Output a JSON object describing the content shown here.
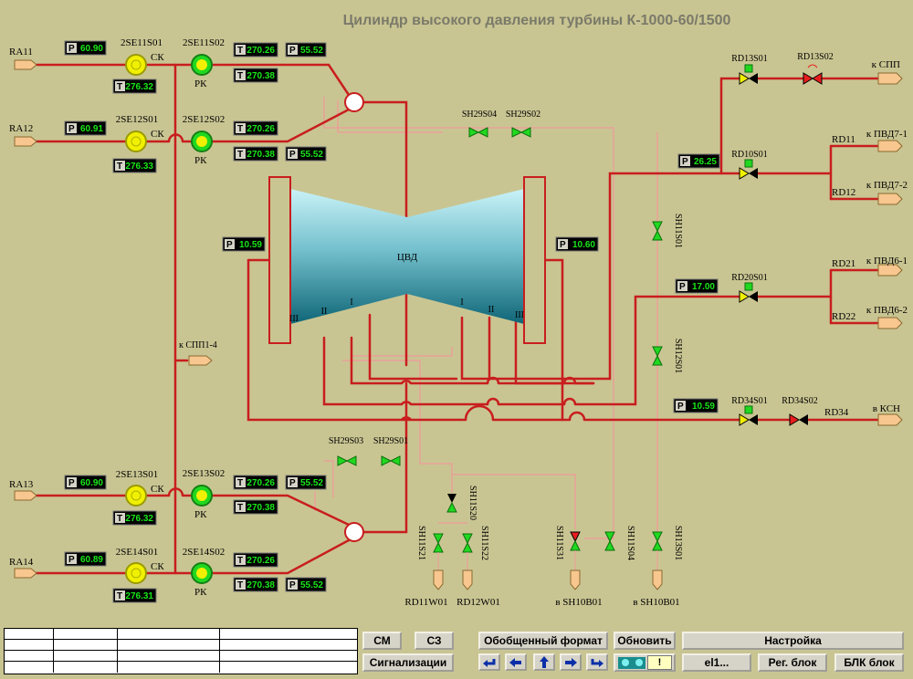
{
  "title": "Цилиндр высокого давления турбины К-1000-60/1500",
  "cylinder_label": "ЦВД",
  "stage_labels": {
    "i": "I",
    "ii": "II",
    "iii": "III"
  },
  "inputs": {
    "ra11": "RA11",
    "ra12": "RA12",
    "ra13": "RA13",
    "ra14": "RA14"
  },
  "valves": {
    "se11s01": "2SE11S01",
    "se11s02": "2SE11S02",
    "se12s01": "2SE12S01",
    "se12s02": "2SE12S02",
    "se13s01": "2SE13S01",
    "se13s02": "2SE13S02",
    "se14s01": "2SE14S01",
    "se14s02": "2SE14S02",
    "ck": "СК",
    "pk": "РК",
    "rd13s01": "RD13S01",
    "rd13s02": "RD13S02",
    "rd10s01": "RD10S01",
    "rd20s01": "RD20S01",
    "rd34s01": "RD34S01",
    "rd34s02": "RD34S02",
    "sh29s04": "SH29S04",
    "sh29s02": "SH29S02",
    "sh29s03": "SH29S03",
    "sh29s01": "SH29S01",
    "sh11s01": "SH11S01",
    "sh12s01": "SH12S01",
    "sh11s20": "SH11S20",
    "sh11s21": "SH11S21",
    "sh11s22": "SH11S22",
    "sh11s31": "SH11S31",
    "sh11s04": "SH11S04",
    "sh13s01": "SH13S01"
  },
  "lines": {
    "rd11": "RD11",
    "rd12": "RD12",
    "rd21": "RD21",
    "rd22": "RD22",
    "rd34": "RD34"
  },
  "outputs": {
    "k_spp": "к СПП",
    "k_pvd7_1": "к ПВД7-1",
    "k_pvd7_2": "к ПВД7-2",
    "k_pvd6_1": "к ПВД6-1",
    "k_pvd6_2": "к ПВД6-2",
    "v_ksn": "в КСН",
    "k_spp1_4": "к СПП1-4",
    "rd11w01": "RD11W01",
    "rd12w01": "RD12W01",
    "v_sh10b01_a": "в SH10B01",
    "v_sh10b01_b": "в SH10B01"
  },
  "meters": {
    "p_ra11": {
      "key": "P",
      "value": "60.90"
    },
    "t_se11s01": {
      "key": "T",
      "value": "276.32"
    },
    "t_se11s02_a": {
      "key": "T",
      "value": "270.26"
    },
    "t_se11s02_b": {
      "key": "T",
      "value": "270.38"
    },
    "p_top_a": {
      "key": "P",
      "value": "55.52"
    },
    "p_ra12": {
      "key": "P",
      "value": "60.91"
    },
    "t_se12s01": {
      "key": "T",
      "value": "276.33"
    },
    "t_se12s02_a": {
      "key": "T",
      "value": "270.26"
    },
    "t_se12s02_b": {
      "key": "T",
      "value": "270.38"
    },
    "p_top_b": {
      "key": "P",
      "value": "55.52"
    },
    "p_ra13": {
      "key": "P",
      "value": "60.90"
    },
    "t_se13s01": {
      "key": "T",
      "value": "276.32"
    },
    "t_se13s02_a": {
      "key": "T",
      "value": "270.26"
    },
    "t_se13s02_b": {
      "key": "T",
      "value": "270.38"
    },
    "p_bot_a": {
      "key": "P",
      "value": "55.52"
    },
    "p_ra14": {
      "key": "P",
      "value": "60.89"
    },
    "t_se14s01": {
      "key": "T",
      "value": "276.31"
    },
    "t_se14s02_a": {
      "key": "T",
      "value": "270.26"
    },
    "t_se14s02_b": {
      "key": "T",
      "value": "270.38"
    },
    "p_bot_b": {
      "key": "P",
      "value": "55.52"
    },
    "p_left_cyl": {
      "key": "P",
      "value": "10.59"
    },
    "p_right_cyl": {
      "key": "P",
      "value": "10.60"
    },
    "p_rd10": {
      "key": "P",
      "value": "26.25"
    },
    "p_rd20": {
      "key": "P",
      "value": "17.00"
    },
    "p_rd34": {
      "key": "P",
      "value": "10.59"
    }
  },
  "buttons": {
    "sm": "СМ",
    "sz": "СЗ",
    "signals": "Сигнализации",
    "general_format": "Обобщенный формат",
    "refresh": "Обновить",
    "settings": "Настройка",
    "el1": "el1...",
    "reg_block": "Рег. блок",
    "blk_block": "БЛК блок",
    "alarm": "!"
  },
  "colors": {
    "background": "#c9c592",
    "pipe": "#c81e1e",
    "drain": "#f09a9a",
    "valve_open": "#21d821",
    "valve_closed": "#000000",
    "valve_fault": "#e81d1d",
    "valve_yellow": "#f0f000",
    "meter_text": "#19e619",
    "output_fill": "#f7c78f"
  }
}
